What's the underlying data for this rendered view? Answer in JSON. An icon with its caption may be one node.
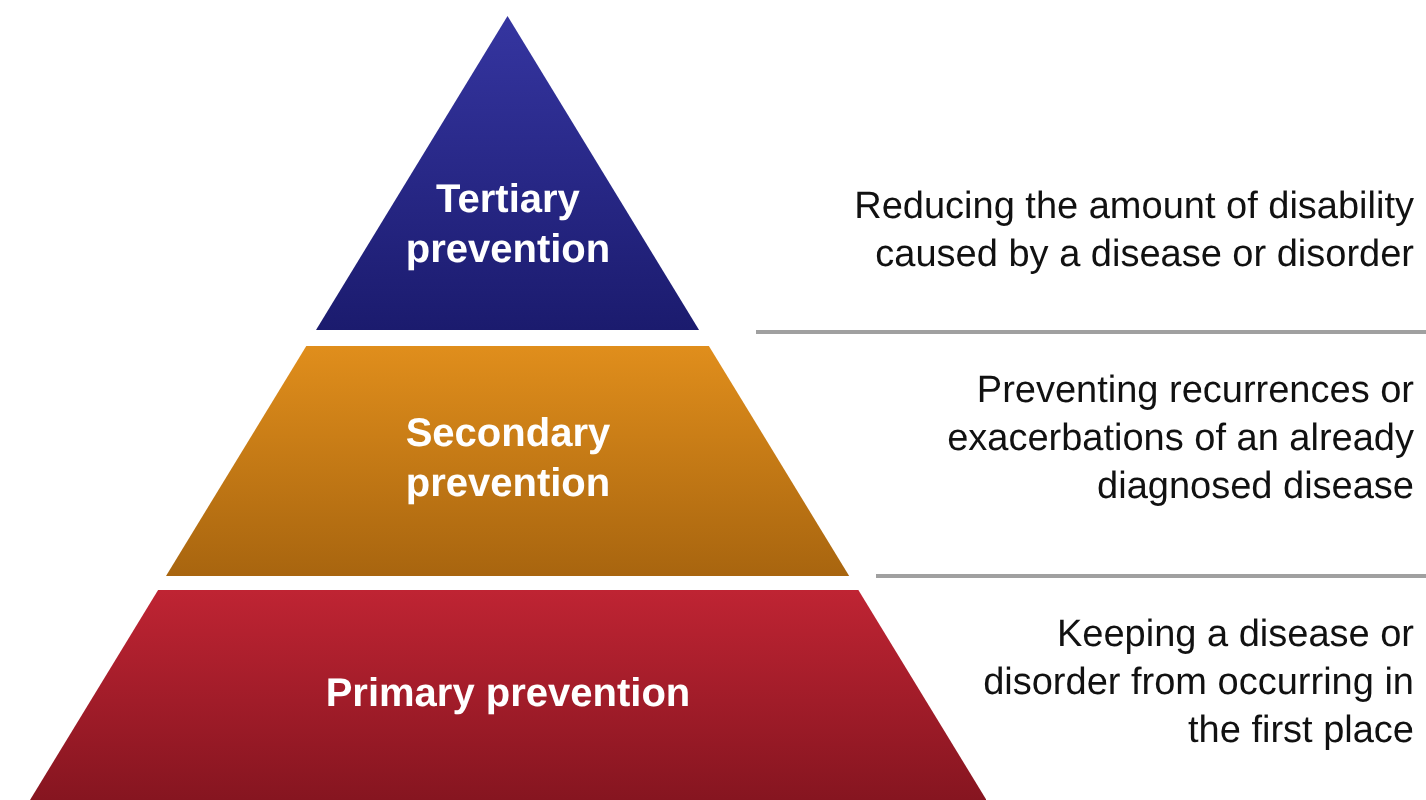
{
  "diagram": {
    "nodes": [
      {
        "text": [
          "Tertiary prevention"
        ]
      },
      {
        "text": [
          "Secondary prevention"
        ]
      },
      {
        "text": [
          "Primary prevention"
        ]
      }
    ],
    "labels": [
      "Reducing the amount of disability caused by a disease or disorder",
      "Preventing recurrences or exacerbations of an already diagnosed disease",
      "Keeping a disease or disorder from occurring in the first place"
    ]
  }
}
